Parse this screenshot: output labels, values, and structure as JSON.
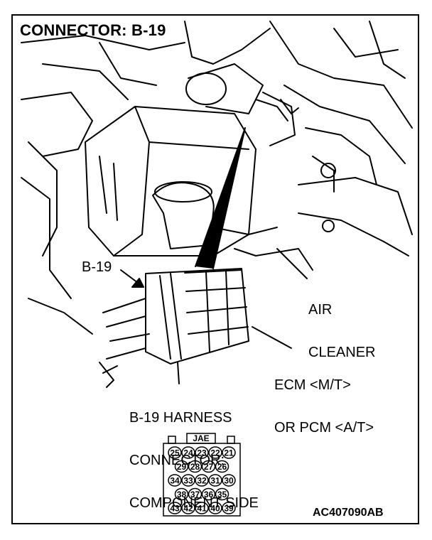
{
  "title": "CONNECTOR: B-19",
  "callout": "B-19",
  "air_cleaner": [
    "AIR",
    "CLEANER"
  ],
  "ecm_label": [
    "ECM <M/T>",
    "OR PCM <A/T>"
  ],
  "harness_label": [
    "B-19 HARNESS",
    "CONNECTOR:",
    "COMPONENT SIDE"
  ],
  "connector": {
    "key_label": "JAE",
    "rows": [
      [
        "25",
        "24",
        "23",
        "22",
        "21"
      ],
      [
        "29",
        "28",
        "27",
        "26"
      ],
      [
        "34",
        "33",
        "32",
        "31",
        "30"
      ],
      [
        "38",
        "37",
        "36",
        "35"
      ],
      [
        "43",
        "42",
        "41",
        "40",
        "39"
      ]
    ]
  },
  "figure_code": "AC407090AB"
}
